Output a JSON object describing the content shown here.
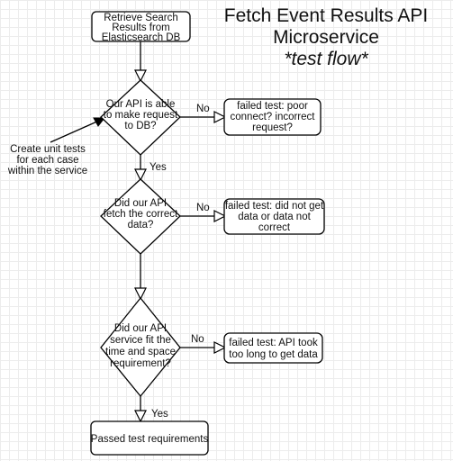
{
  "title": {
    "lines": [
      "Fetch Event Results API",
      "Microservice"
    ],
    "subtitle": "*test flow*"
  },
  "nodes": {
    "retrieve": {
      "lines": [
        "Retrieve Search",
        "Results from",
        "Elasticsearch DB"
      ]
    },
    "decision_connect": {
      "lines": [
        "Our API is able",
        "to make request",
        "to DB?"
      ]
    },
    "fail_connect": {
      "lines": [
        "failed test: poor",
        "connect? incorrect",
        "request?"
      ]
    },
    "decision_data": {
      "lines": [
        "Did our API",
        "fetch the correct",
        "data?"
      ]
    },
    "fail_data": {
      "lines": [
        "failed test: did not get",
        "data or data not",
        "correct"
      ]
    },
    "decision_time": {
      "lines": [
        "Did our API",
        "service fit the",
        "time and space",
        "requirement?"
      ]
    },
    "fail_time": {
      "lines": [
        "failed test: API took",
        "too long to get data"
      ]
    },
    "passed": {
      "lines": [
        "Passed test requirements"
      ]
    }
  },
  "edge_labels": {
    "no_1": "No",
    "yes_1": "Yes",
    "no_2": "No",
    "no_3": "No",
    "yes_2": "Yes"
  },
  "note": {
    "lines": [
      "Create unit tests",
      "for each case",
      "within the service"
    ]
  }
}
